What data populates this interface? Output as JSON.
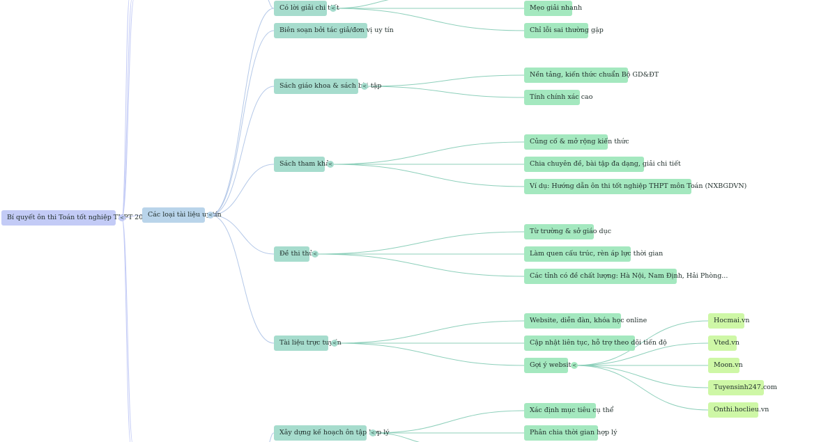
{
  "toggle_glyph": "<",
  "root": {
    "label": "Bí quyết ôn thi Toán tốt nghiệp THPT 2025"
  },
  "l1": {
    "label": "Các loại tài liệu uy tín"
  },
  "top_group": [
    {
      "label": "Có lời giải chi tiết"
    },
    {
      "label": "Biên soạn bởi tác giả/đơn vị uy tín"
    }
  ],
  "top_group_children": [
    {
      "label": "Mẹo giải nhanh"
    },
    {
      "label": "Chỉ lỗi sai thường gặp"
    }
  ],
  "categories": [
    {
      "label": "Sách giáo khoa & sách bài tập",
      "children": [
        {
          "label": "Nền tảng, kiến thức chuẩn Bộ GD&ĐT"
        },
        {
          "label": "Tính chính xác cao"
        }
      ]
    },
    {
      "label": "Sách tham khảo",
      "children": [
        {
          "label": "Củng cố & mở rộng kiến thức"
        },
        {
          "label": "Chia chuyên đề, bài tập đa dạng, giải chi tiết"
        },
        {
          "label": "Ví dụ: Hướng dẫn ôn thi tốt nghiệp THPT môn Toán (NXBGDVN)"
        }
      ]
    },
    {
      "label": "Đề thi thử",
      "children": [
        {
          "label": "Từ trường & sở giáo dục"
        },
        {
          "label": "Làm quen cấu trúc, rèn áp lực thời gian"
        },
        {
          "label": "Các tỉnh có đề chất lượng: Hà Nội, Nam Định, Hải Phòng..."
        }
      ]
    },
    {
      "label": "Tài liệu trực tuyến",
      "children": [
        {
          "label": "Website, diễn đàn, khóa học online"
        },
        {
          "label": "Cập nhật liên tục, hỗ trợ theo dõi tiến độ"
        },
        {
          "label": "Gợi ý website"
        }
      ]
    }
  ],
  "websites": [
    {
      "label": "Hocmai.vn"
    },
    {
      "label": "Vted.vn"
    },
    {
      "label": "Moon.vn"
    },
    {
      "label": "Tuyensinh247.com"
    },
    {
      "label": "Onthi.hoclieu.vn"
    }
  ],
  "plan": {
    "label": "Xây dựng kế hoạch ôn tập hợp lý",
    "children": [
      {
        "label": "Xác định mục tiêu cụ thể"
      },
      {
        "label": "Phân chia thời gian hợp lý"
      }
    ]
  }
}
